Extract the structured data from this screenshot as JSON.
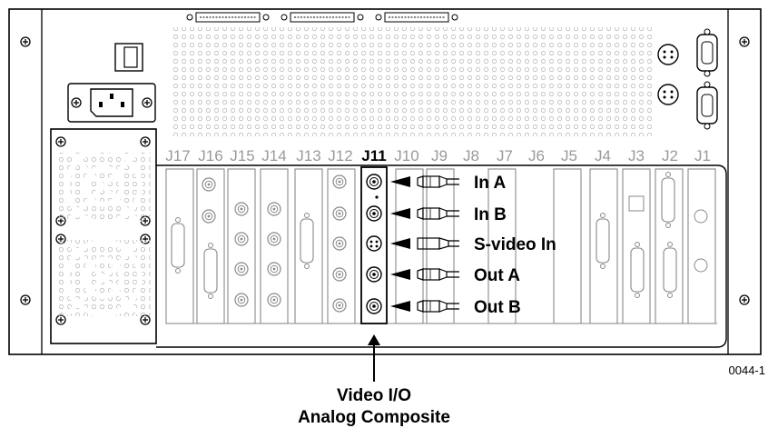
{
  "slots": [
    "J17",
    "J16",
    "J15",
    "J14",
    "J13",
    "J12",
    "J11",
    "J10",
    "J9",
    "J8",
    "J7",
    "J6",
    "J5",
    "J4",
    "J3",
    "J2",
    "J1"
  ],
  "active_slot": "J11",
  "connectors": [
    "In A",
    "In B",
    "S-video In",
    "Out A",
    "Out B"
  ],
  "caption": {
    "line1": "Video I/O",
    "line2": "Analog Composite"
  },
  "figure_id": "0044-1",
  "colors": {
    "line": "#000000",
    "dim": "#9a9a9a",
    "light": "#cfcfcf",
    "panel": "#ffffff"
  }
}
